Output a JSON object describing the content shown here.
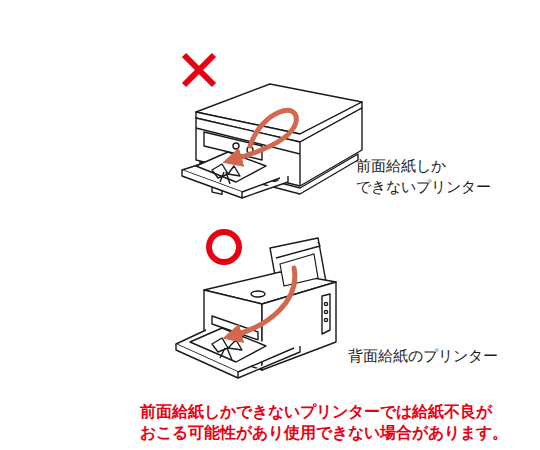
{
  "diagram": {
    "labels": [
      "前面給紙しか できないプリンター",
      "背面給紙のプリンター",
      "前面給紙しかできないプリンターでは給紙不良が おこる可能性があり使用できない場合があります。"
    ]
  }
}
